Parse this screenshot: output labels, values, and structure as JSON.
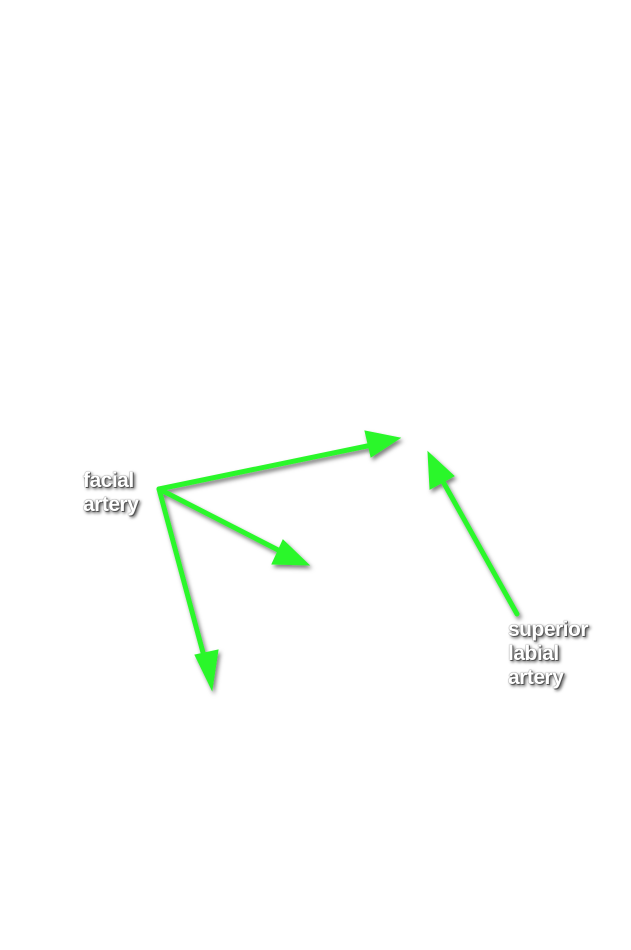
{
  "labels": {
    "facial_artery": [
      "facial",
      "artery"
    ],
    "superior_labial_artery": [
      "superior",
      "labial",
      "artery"
    ]
  },
  "colors": {
    "arrow": "#2af72a",
    "label_text": "#ffffff",
    "label_shadow": "#555555",
    "background": "#ffffff"
  }
}
